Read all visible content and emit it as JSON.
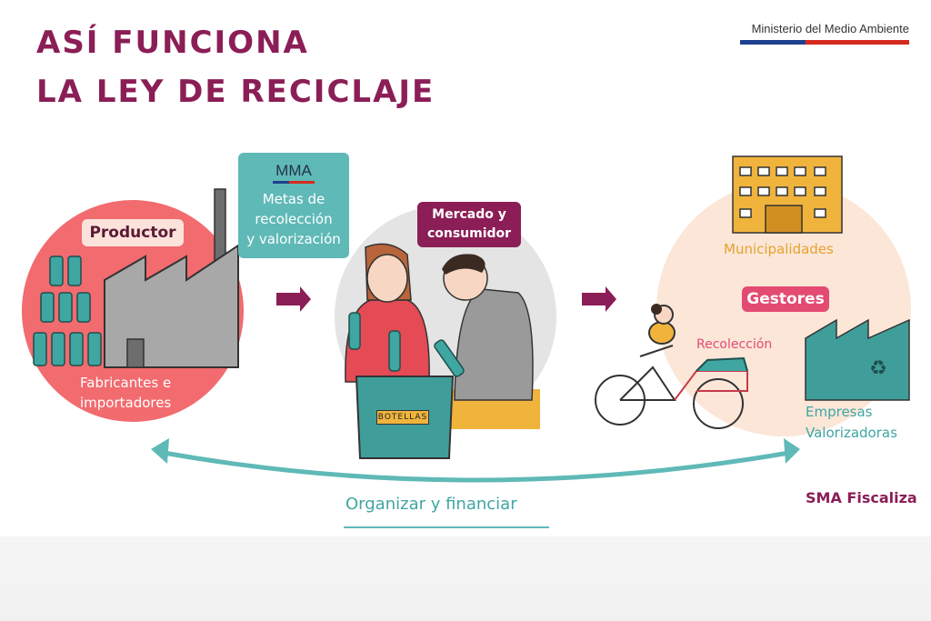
{
  "header": {
    "title_line1": "ASÍ FUNCIONA",
    "title_line2": "LA LEY DE RECICLAJE",
    "ministry": "Ministerio del Medio Ambiente"
  },
  "producer": {
    "tag": "Productor",
    "caption": "Fabricantes e\nimportadores"
  },
  "mma": {
    "logo": "MMA",
    "text": "Metas de\nrecolección\ny valorización"
  },
  "market": {
    "tag": "Mercado y\nconsumidor",
    "bag_label": "BOTELLAS"
  },
  "managers": {
    "tag": "Gestores",
    "municipal": "Municipalidades",
    "collection": "Recolección",
    "companies": "Empresas\nValorizadoras"
  },
  "footer": {
    "cycle_label": "Organizar y financiar",
    "enforcement": "SMA Fiscaliza"
  },
  "colors": {
    "primary_purple": "#8b1e56",
    "teal": "#5fb9b7",
    "coral": "#f16b6f",
    "pink": "#e34b72",
    "peach": "#fbe6d8",
    "gold": "#e6a22e",
    "flag_blue": "#1f3f8f",
    "flag_red": "#d52b1e"
  }
}
